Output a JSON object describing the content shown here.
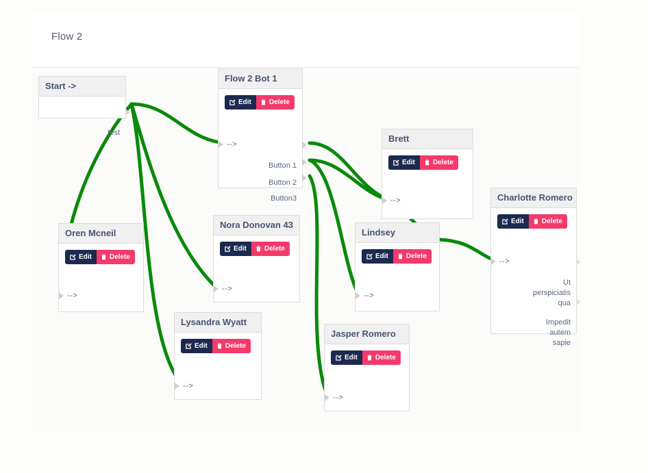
{
  "page": {
    "flow_title": "Flow 2",
    "accent_edit": "#1b2a4e",
    "accent_delete": "#f5396b",
    "edge_color": "#0a8a0a",
    "node_header_bg": "#f0f0f0",
    "node_title_color": "#4a5373",
    "canvas_bg": "#fbfbfa"
  },
  "buttons": {
    "edit_label": "Edit",
    "delete_label": "Delete",
    "edit_icon": "pencil-square-icon",
    "delete_icon": "trash-icon"
  },
  "nodes": [
    {
      "id": "start",
      "title": "Start ->",
      "has_actions": false,
      "inputs": [],
      "outputs": [
        "test"
      ]
    },
    {
      "id": "flow2bot1",
      "title": "Flow 2 Bot 1",
      "has_actions": true,
      "inputs": [
        "-->"
      ],
      "outputs": [
        "Button 1",
        "Button 2",
        "Button3"
      ]
    },
    {
      "id": "brett",
      "title": "Brett",
      "has_actions": true,
      "inputs": [
        "-->"
      ],
      "outputs": []
    },
    {
      "id": "charlotte",
      "title": "Charlotte Romero",
      "has_actions": true,
      "inputs": [
        "-->"
      ],
      "outputs": [
        "Ut\nperspiciatis\nqua",
        "Impedit\nautem\nsapie"
      ]
    },
    {
      "id": "oren",
      "title": "Oren Mcneil",
      "has_actions": true,
      "inputs": [
        "-->"
      ],
      "outputs": []
    },
    {
      "id": "nora",
      "title": "Nora Donovan 43",
      "has_actions": true,
      "inputs": [
        "-->"
      ],
      "outputs": []
    },
    {
      "id": "lindsey",
      "title": "Lindsey",
      "has_actions": true,
      "inputs": [
        "-->"
      ],
      "outputs": []
    },
    {
      "id": "lysandra",
      "title": "Lysandra Wyatt",
      "has_actions": true,
      "inputs": [
        "-->"
      ],
      "outputs": []
    },
    {
      "id": "jasper",
      "title": "Jasper Romero",
      "has_actions": true,
      "inputs": [
        "-->"
      ],
      "outputs": []
    }
  ]
}
